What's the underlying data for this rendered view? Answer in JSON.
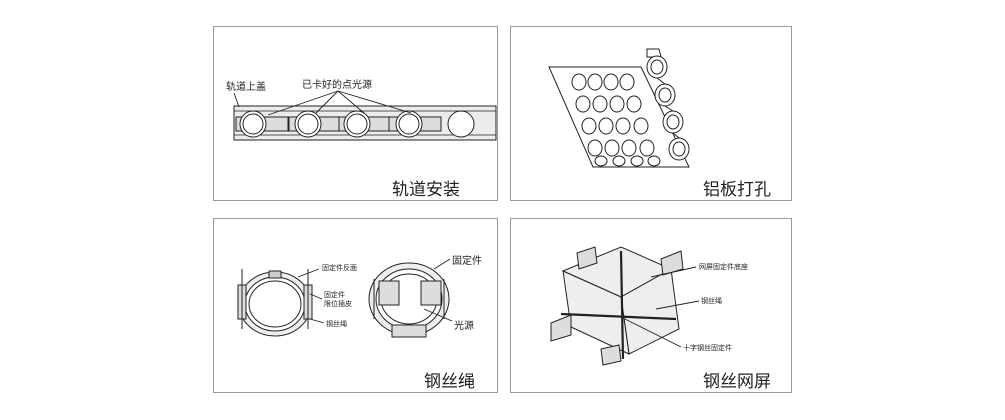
{
  "panels": [
    {
      "caption": "轨道安装",
      "labels": {
        "track_cover": "轨道上盖",
        "clipped_lights": "已卡好的点光源"
      }
    },
    {
      "caption": "铝板打孔",
      "labels": {}
    },
    {
      "caption": "钢丝绳",
      "labels": {
        "fixing_back": "固定件反面",
        "fixing_limit_1": "固定件",
        "fixing_limit_2": "限位插皮",
        "wire_rope": "钢丝绳",
        "fixing_part": "固定件",
        "light_source": "光源"
      }
    },
    {
      "caption": "钢丝网屏",
      "labels": {
        "mesh_base": "网屏固定件底座",
        "wire_rope": "钢丝绳",
        "cross_fixing": "十字钢丝固定件"
      }
    }
  ],
  "colors": {
    "border": "#9a9a9a",
    "line": "#222222",
    "track_fill": "#e9e9e9"
  }
}
